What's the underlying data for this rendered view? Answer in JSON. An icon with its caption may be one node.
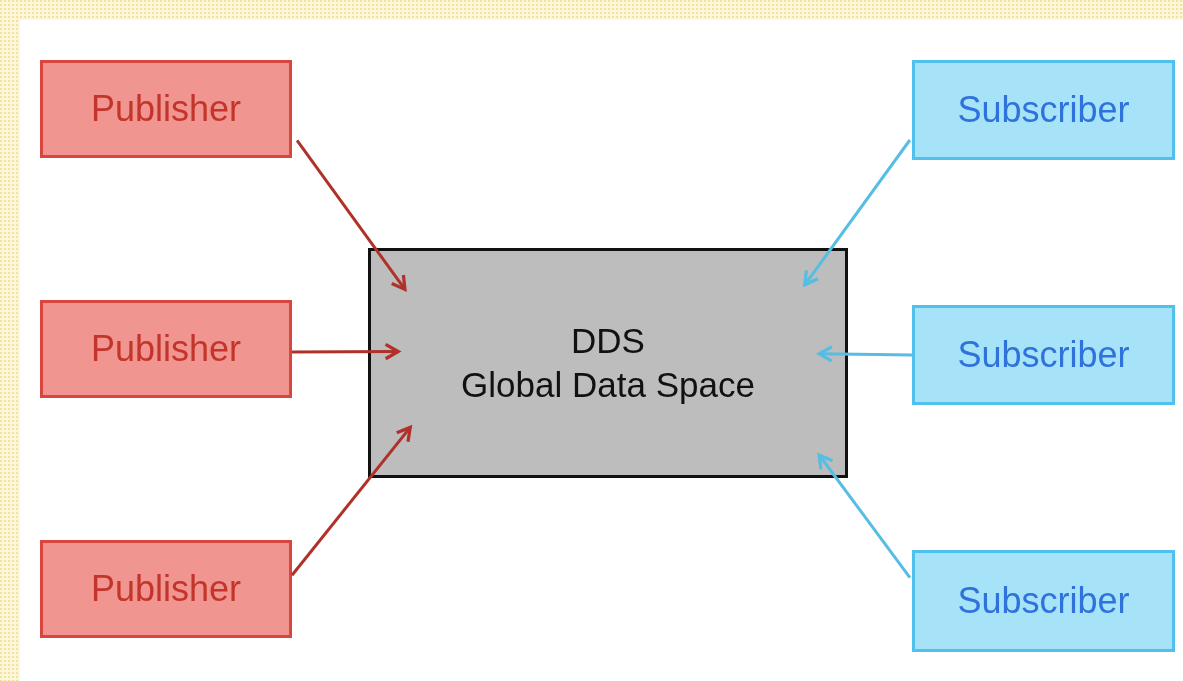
{
  "diagram": {
    "nodes": [
      {
        "text": [
          "Publisher"
        ]
      },
      {
        "text": [
          "Publisher"
        ]
      },
      {
        "text": [
          "Publisher"
        ]
      },
      {
        "text": [
          "DDS",
          "Global Data Space"
        ]
      },
      {
        "text": [
          "Subscriber"
        ]
      },
      {
        "text": [
          "Subscriber"
        ]
      },
      {
        "text": [
          "Subscriber"
        ]
      }
    ],
    "edges": [
      {
        "from": 0,
        "to": 3,
        "arrow": "to",
        "color": "#b0302a"
      },
      {
        "from": 1,
        "to": 3,
        "arrow": "to",
        "color": "#b0302a"
      },
      {
        "from": 2,
        "to": 3,
        "arrow": "to",
        "color": "#b0302a"
      },
      {
        "from": 4,
        "to": 3,
        "arrow": "to",
        "color": "#56bde3"
      },
      {
        "from": 5,
        "to": 3,
        "arrow": "to",
        "color": "#56bde3"
      },
      {
        "from": 6,
        "to": 3,
        "arrow": "to",
        "color": "#56bde3"
      }
    ]
  }
}
